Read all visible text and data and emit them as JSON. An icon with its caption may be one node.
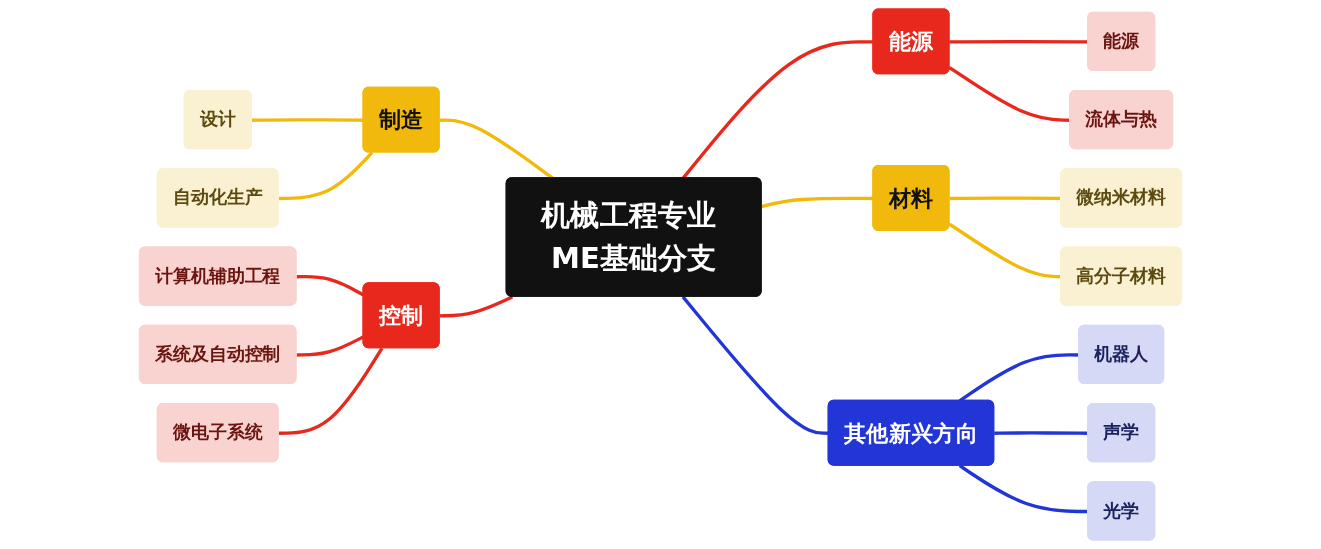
{
  "diagram": {
    "nodes": [
      {
        "text": [
          "机械工程专业 ME基础分支"
        ]
      },
      {
        "text": [
          "制造"
        ]
      },
      {
        "text": [
          "设计"
        ]
      },
      {
        "text": [
          "自动化生产"
        ]
      },
      {
        "text": [
          "控制"
        ]
      },
      {
        "text": [
          "计算机辅助工程"
        ]
      },
      {
        "text": [
          "系统及自动控制"
        ]
      },
      {
        "text": [
          "微电子系统"
        ]
      },
      {
        "text": [
          "能源"
        ]
      },
      {
        "text": [
          "能源"
        ]
      },
      {
        "text": [
          "流体与热"
        ]
      },
      {
        "text": [
          "材料"
        ]
      },
      {
        "text": [
          "微纳米材料"
        ]
      },
      {
        "text": [
          "高分子材料"
        ]
      },
      {
        "text": [
          "其他新兴方向"
        ]
      },
      {
        "text": [
          "机器人"
        ]
      },
      {
        "text": [
          "声学"
        ]
      },
      {
        "text": [
          "光学"
        ]
      }
    ],
    "edges": [
      {
        "from": 2,
        "to": 1,
        "arrow": "none",
        "color": "#f0b90b"
      },
      {
        "from": 3,
        "to": 1,
        "arrow": "none",
        "color": "#f0b90b"
      },
      {
        "from": 1,
        "to": 0,
        "arrow": "none",
        "color": "#f0b90b"
      },
      {
        "from": 5,
        "to": 4,
        "arrow": "none"
      },
      {
        "from": 6,
        "to": 4,
        "arrow": "none"
      },
      {
        "from": 7,
        "to": 4,
        "arrow": "none"
      },
      {
        "from": 4,
        "to": 0,
        "arrow": "none"
      },
      {
        "from": 0,
        "to": 8,
        "arrow": "none"
      },
      {
        "from": 8,
        "to": 9,
        "arrow": "none"
      },
      {
        "from": 8,
        "to": 10,
        "arrow": "none"
      },
      {
        "from": 0,
        "to": 11,
        "arrow": "none",
        "color": "#f0b90b"
      },
      {
        "from": 11,
        "to": 12,
        "arrow": "none",
        "color": "#f0b90b"
      },
      {
        "from": 11,
        "to": 13,
        "arrow": "none",
        "color": "#f0b90b"
      },
      {
        "from": 0,
        "to": 14,
        "arrow": "none",
        "color": "#2235d6"
      },
      {
        "from": 14,
        "to": 15,
        "arrow": "none",
        "color": "#2235d6"
      },
      {
        "from": 14,
        "to": 16,
        "arrow": "none",
        "color": "#2235d6"
      },
      {
        "from": 14,
        "to": 17,
        "arrow": "none",
        "color": "#2235d6"
      }
    ]
  }
}
